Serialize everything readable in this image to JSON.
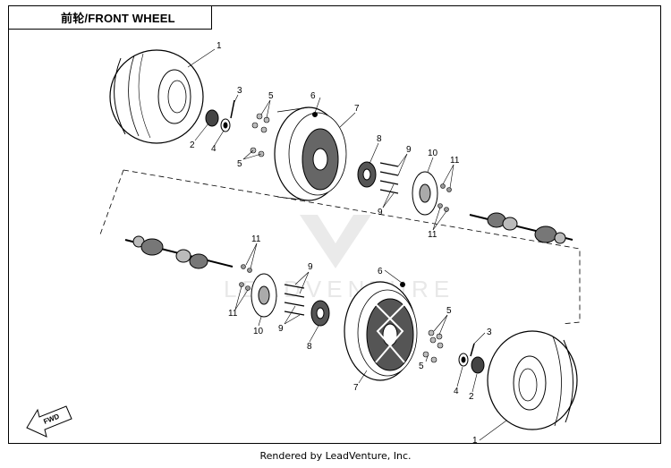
{
  "title": "前轮/FRONT WHEEL",
  "footer": "Rendered by LeadVenture, Inc.",
  "watermark": "LEADVENTURE",
  "direction_label": "FWD",
  "callouts": {
    "c1a": "1",
    "c2a": "2",
    "c3a": "3",
    "c4a": "4",
    "c5a": "5",
    "c5b": "5",
    "c6a": "6",
    "c7a": "7",
    "c8a": "8",
    "c9a": "9",
    "c9b": "9",
    "c10a": "10",
    "c11a": "11",
    "c11b": "11",
    "c11c": "11",
    "c11d": "11",
    "c10b": "10",
    "c9c": "9",
    "c9d": "9",
    "c8b": "8",
    "c6b": "6",
    "c7b": "7",
    "c5c": "5",
    "c5d": "5",
    "c3b": "3",
    "c4b": "4",
    "c2b": "2",
    "c1b": "1"
  }
}
